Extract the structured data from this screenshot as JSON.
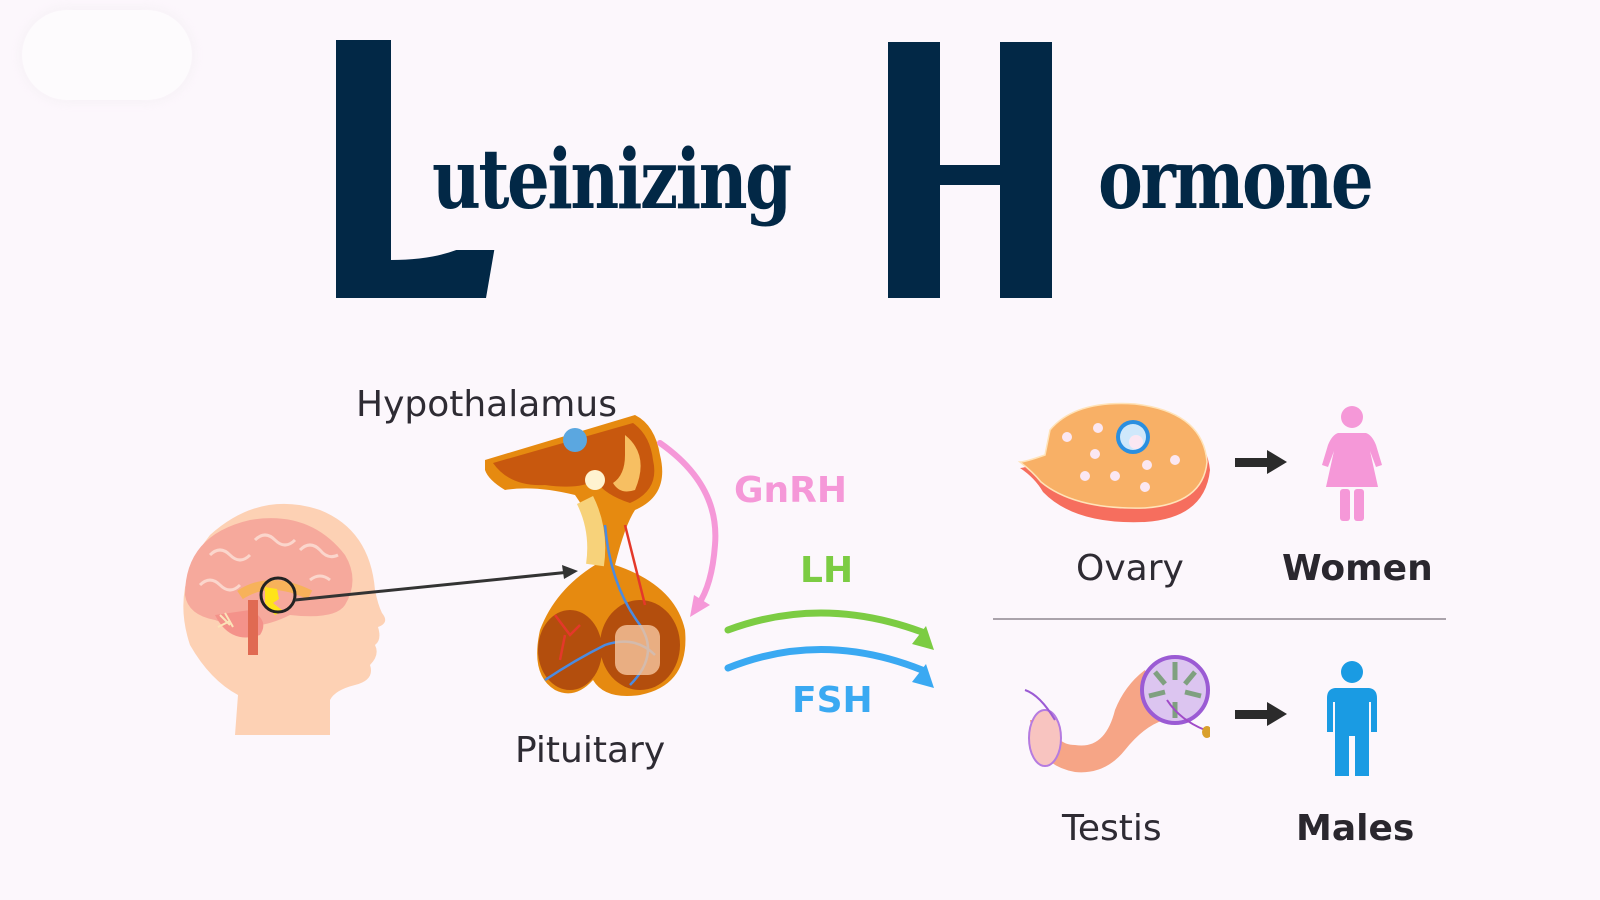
{
  "title": {
    "initial_1": "L",
    "rest_1": "uteinizing",
    "initial_2": "H",
    "rest_2": "ormone",
    "full": "Luteinizing Hormone",
    "color": "#022846"
  },
  "diagram": {
    "labels": {
      "hypothalamus": "Hypothalamus",
      "pituitary": "Pituitary"
    },
    "hormones": [
      {
        "name": "GnRH",
        "color": "#f598d8"
      },
      {
        "name": "LH",
        "color": "#7ccc43"
      },
      {
        "name": "FSH",
        "color": "#3aa9f2"
      }
    ],
    "targets": [
      {
        "organ": "Ovary",
        "person": "Women",
        "person_color": "#f598d8"
      },
      {
        "organ": "Testis",
        "person": "Males",
        "person_color": "#1a9be3"
      }
    ]
  },
  "icons": {
    "head": "head-brain-icon",
    "pituitary": "pituitary-gland-icon",
    "ovary": "ovary-icon",
    "testis": "testis-icon",
    "woman": "woman-figure-icon",
    "man": "man-figure-icon",
    "arrow": "right-arrow-icon"
  }
}
